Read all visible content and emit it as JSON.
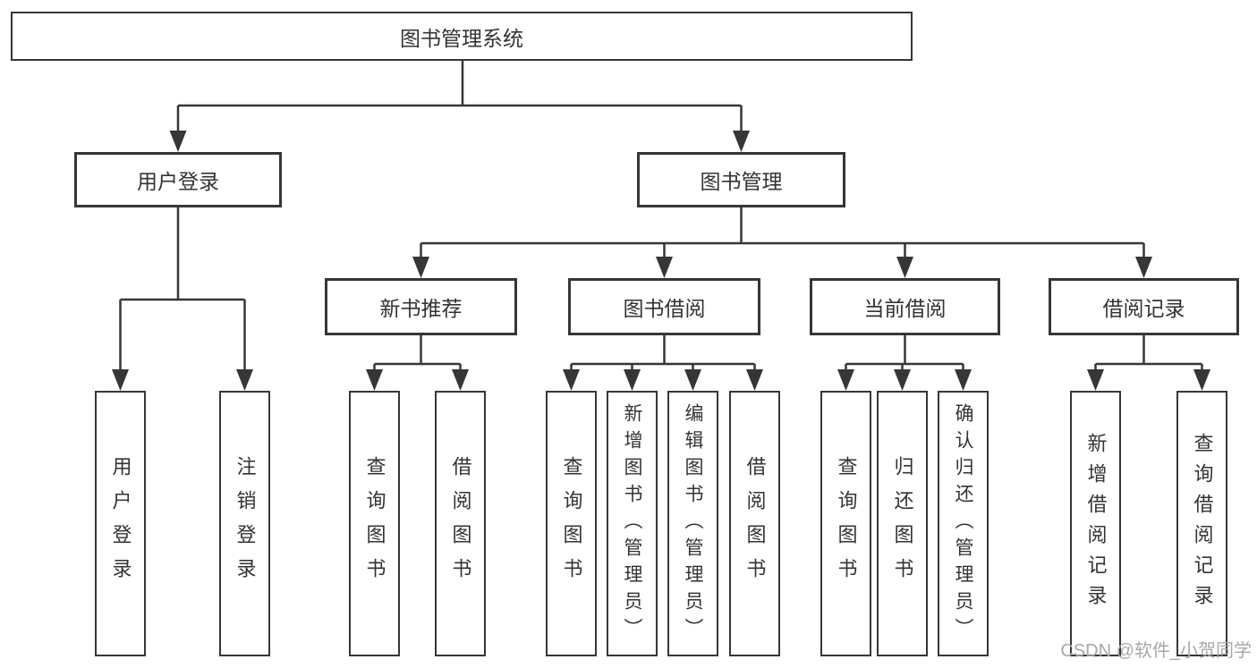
{
  "diagram": {
    "root": {
      "label": "图书管理系统"
    },
    "branches": [
      {
        "label": "用户登录",
        "children": [
          "用户登录",
          "注销登录"
        ]
      },
      {
        "label": "图书管理",
        "sections": [
          {
            "label": "新书推荐",
            "children": [
              "查询图书",
              "借阅图书"
            ]
          },
          {
            "label": "图书借阅",
            "children": [
              "查询图书",
              "新增图书（管理员）",
              "编辑图书（管理员）",
              "借阅图书"
            ]
          },
          {
            "label": "当前借阅",
            "children": [
              "查询图书",
              "归还图书",
              "确认归还（管理员）"
            ]
          },
          {
            "label": "借阅记录",
            "children": [
              "新增借阅记录",
              "查询借阅记录"
            ]
          }
        ]
      }
    ]
  },
  "watermark": {
    "text": "CSDN @软件_小贺同学"
  },
  "colors": {
    "line": "#363636",
    "text": "#333333",
    "box_bg": "#ffffff",
    "watermark": "#a8a8a8"
  }
}
